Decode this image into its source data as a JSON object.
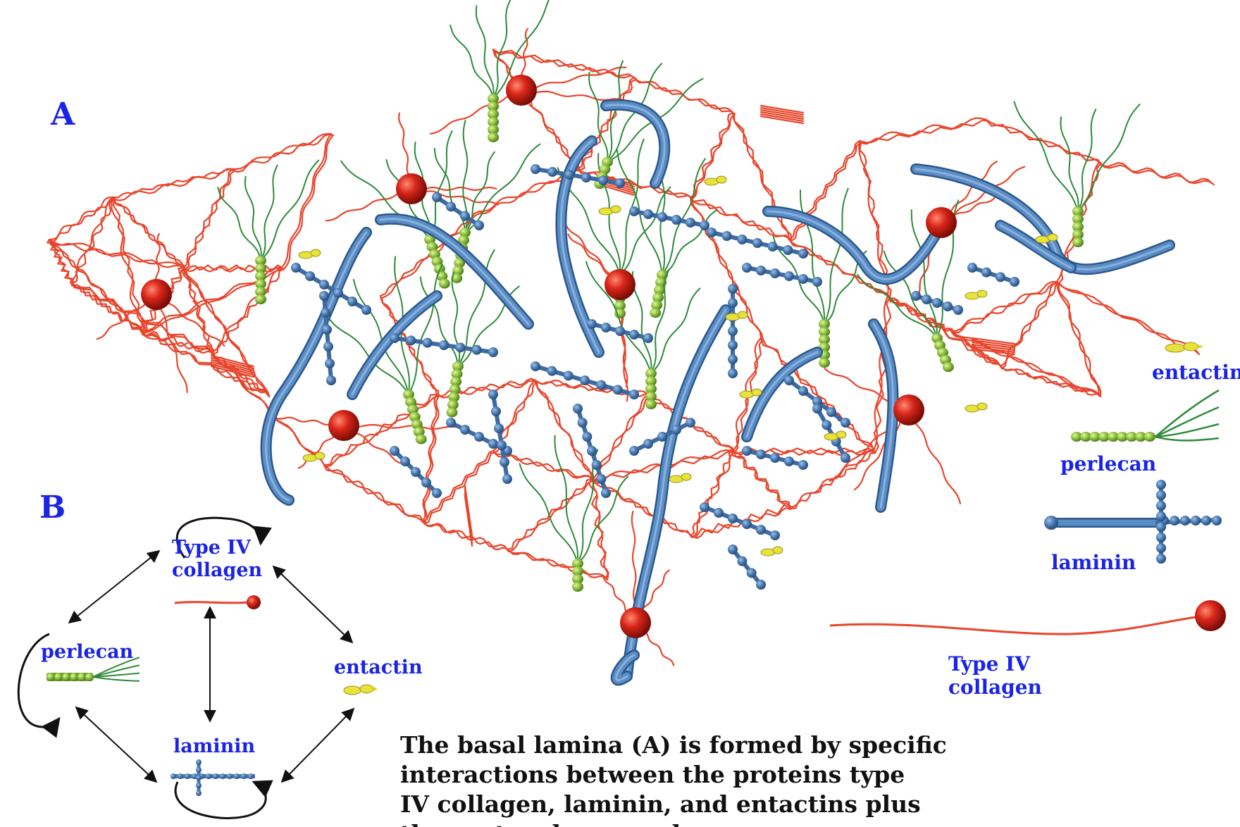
{
  "panels": {
    "a": "A",
    "b": "B"
  },
  "legend": {
    "entactin": "entactin",
    "perlecan": "perlecan",
    "laminin": "laminin",
    "collagen_line1": "Type IV",
    "collagen_line2": "collagen"
  },
  "panel_b": {
    "collagen_line1": "Type IV",
    "collagen_line2": "collagen",
    "perlecan": "perlecan",
    "entactin": "entactin",
    "laminin": "laminin"
  },
  "caption": {
    "line1": "The basal lamina (A) is formed by specific",
    "line2": "interactions between the proteins type",
    "line3": "IV collagen, laminin, and entactins plus",
    "line4": "the proteoglycan perlecan."
  },
  "colors": {
    "collagen": "#e8452c",
    "collagen_head": "#c91a10",
    "laminin": "#4a7ab2",
    "perlecan": "#7fb53a",
    "perlecan_tail": "#2e8a3a",
    "entactin": "#e8e23a",
    "label": "#1a24e6"
  }
}
